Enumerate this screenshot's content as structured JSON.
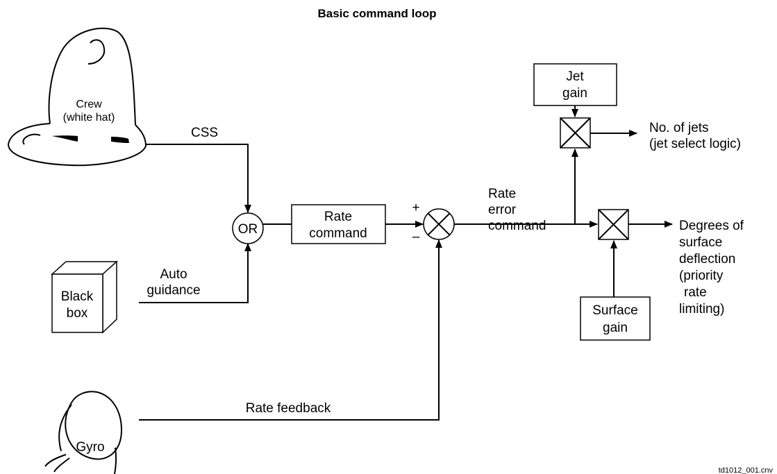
{
  "title": "Basic command loop",
  "crew": {
    "line1": "Crew",
    "line2": "(white hat)"
  },
  "black_box": {
    "line1": "Black",
    "line2": "box"
  },
  "gyro": "Gyro",
  "css": "CSS",
  "auto_guidance": {
    "line1": "Auto",
    "line2": "guidance"
  },
  "or_gate": "OR",
  "rate_command": {
    "line1": "Rate",
    "line2": "command"
  },
  "sign_plus": "+",
  "sign_minus": "–",
  "rate_error_command": {
    "line1": "Rate",
    "line2": "error",
    "line3": "command"
  },
  "rate_feedback": "Rate feedback",
  "jet_gain": {
    "line1": "Jet",
    "line2": "gain"
  },
  "surface_gain": {
    "line1": "Surface",
    "line2": "gain"
  },
  "jets_output": {
    "line1": "No. of jets",
    "line2": "(jet select logic)"
  },
  "surface_output": {
    "line1": "Degrees of",
    "line2": "surface",
    "line3": "deflection",
    "line4": "(priority",
    "line5": "rate",
    "line6": "limiting)"
  },
  "footnote": "td1012_001.cnv"
}
